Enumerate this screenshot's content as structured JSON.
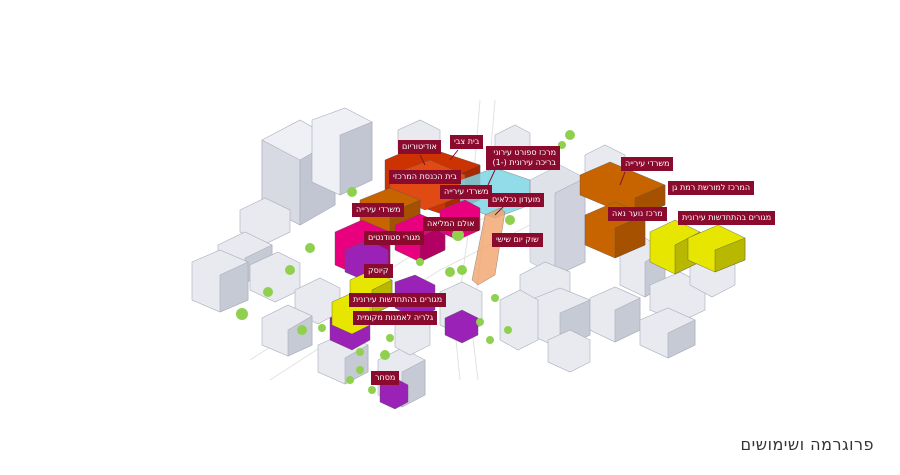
{
  "caption": "פרוגרמה ושימושים",
  "colors": {
    "institutional": "#cc3300",
    "hall": "#e8007f",
    "offices": "#c86400",
    "culture": "#9b22b6",
    "innovation": "#e6e600",
    "sport": "#7fd6e6",
    "market": "#f2a36b",
    "label_bg": "#8a0b2e",
    "trees": "#8fd14f"
  },
  "labels": {
    "beit_tzvi": "בית צבי",
    "auditorium": "אודיטוריום",
    "central_synagogue": "בית הכנסת המרכזי",
    "sport_center": "מרכז ספורט עירוני בריכה עירונית (-1)",
    "offices_1": "משרדי עירייה",
    "offices_2": "משרדי עירייה",
    "offices_3": "משרדי עירייה",
    "auditorium_hall": "אולם המליאה",
    "students_housing": "מגורי סטודנטים",
    "disabled_club": "מועדון נכלאים",
    "market": "שוק יום שישי",
    "kiosk": "קיוסק",
    "innovation_housing_1": "מגורים בהתחדשות עירונית",
    "local_gallery": "גלריה לאמנות מקומית",
    "commerce": "מסחר",
    "heritage_center": "המרכז למורשת רמת גן",
    "youth_center": "מרכז נוער נאה",
    "innovation_housing_2": "מגורים בהתחדשות עירונית"
  }
}
